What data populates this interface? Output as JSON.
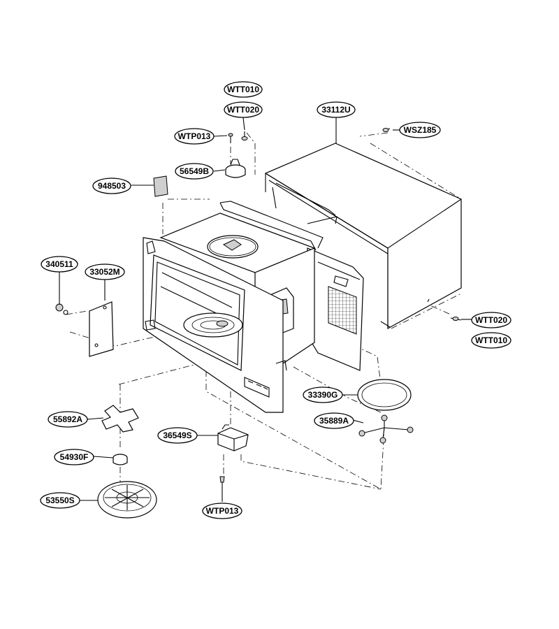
{
  "labels": {
    "wtt010_top": "WTT010",
    "wtt020_top": "WTT020",
    "p33112u": "33112U",
    "wsz185": "WSZ185",
    "wtp013_top": "WTP013",
    "p56549b": "56549B",
    "p948503": "948503",
    "p340511": "340511",
    "p33052m": "33052M",
    "wtt020_right": "WTT020",
    "wtt010_right": "WTT010",
    "p33390g": "33390G",
    "p35889a": "35889A",
    "p55892a": "55892A",
    "p36549s": "36549S",
    "p54930f": "54930F",
    "p53550s": "53550S",
    "wtp013_bottom": "WTP013"
  }
}
